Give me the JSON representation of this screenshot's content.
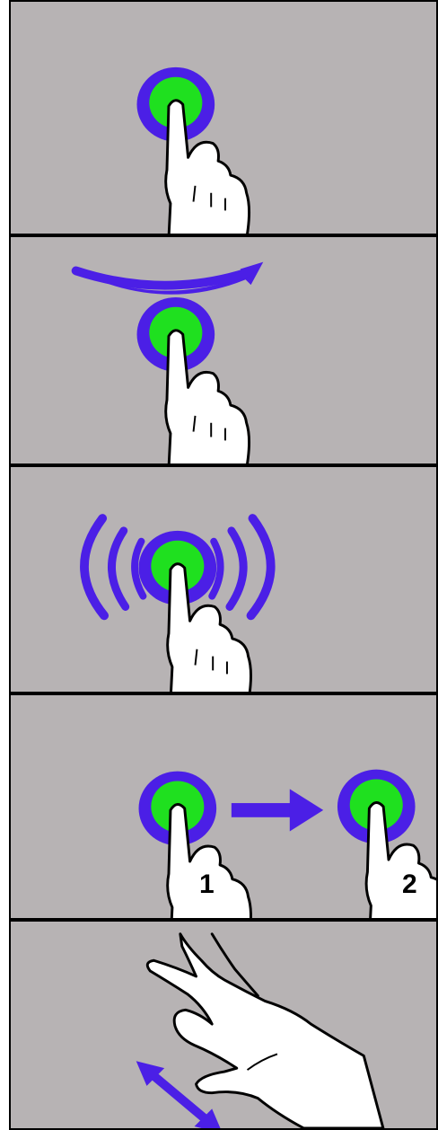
{
  "gestures": [
    {
      "id": "tap"
    },
    {
      "id": "swipe"
    },
    {
      "id": "long-press"
    },
    {
      "id": "drag",
      "steps": [
        "1",
        "2"
      ]
    },
    {
      "id": "pinch-zoom"
    }
  ],
  "colors": {
    "panel_bg": "#b7b3b4",
    "touch_ring": "#4b1fe6",
    "touch_fill": "#1fe01f",
    "arrow": "#4b1fe6",
    "hand_fill": "#ffffff",
    "hand_stroke": "#000000"
  },
  "icons": [
    "touch-point-icon",
    "finger-icon",
    "swipe-arrow-icon",
    "vibration-waves-icon",
    "drag-arrow-icon",
    "hand-pinch-icon",
    "diagonal-arrow-icon"
  ]
}
